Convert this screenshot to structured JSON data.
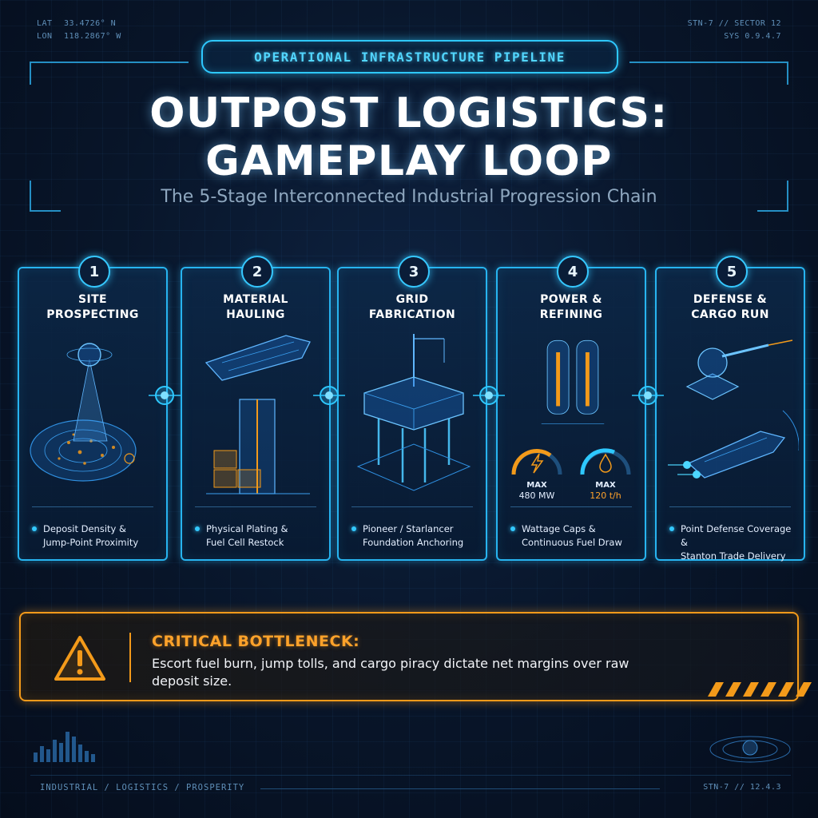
{
  "corners": {
    "top_left": {
      "lat_label": "LAT",
      "lat_value": "33.4726° N",
      "lon_label": "LON",
      "lon_value": "118.2867° W"
    },
    "top_right": {
      "line1": "STN-7 // SECTOR 12",
      "line2": "SYS 0.9.4.7"
    },
    "bottom_left": "INDUSTRIAL / LOGISTICS / PROSPERITY",
    "bottom_right": "STN-7 // 12.4.3"
  },
  "header": {
    "badge": "OPERATIONAL INFRASTRUCTURE PIPELINE",
    "title_line1": "OUTPOST LOGISTICS:",
    "title_line2": "GAMEPLAY LOOP",
    "subtitle": "The 5-Stage Interconnected Industrial Progression Chain"
  },
  "stages": [
    {
      "number": "1",
      "title_line1": "SITE",
      "title_line2": "PROSPECTING",
      "desc_line1": "Deposit Density &",
      "desc_line2": "Jump-Point Proximity"
    },
    {
      "number": "2",
      "title_line1": "MATERIAL",
      "title_line2": "HAULING",
      "desc_line1": "Physical Plating &",
      "desc_line2": "Fuel Cell Restock"
    },
    {
      "number": "3",
      "title_line1": "GRID",
      "title_line2": "FABRICATION",
      "desc_line1": "Pioneer / Starlancer",
      "desc_line2": "Foundation Anchoring"
    },
    {
      "number": "4",
      "title_line1": "POWER &",
      "title_line2": "REFINING",
      "desc_line1": "Wattage Caps &",
      "desc_line2": "Continuous Fuel Draw",
      "gauges": [
        {
          "label": "MAX",
          "value": "480 MW",
          "icon": "lightning-icon"
        },
        {
          "label": "MAX",
          "value": "120 t/h",
          "icon": "fuel-drop-icon"
        }
      ]
    },
    {
      "number": "5",
      "title_line1": "DEFENSE &",
      "title_line2": "CARGO RUN",
      "desc_line1": "Point Defense Coverage &",
      "desc_line2": "Stanton Trade Delivery"
    }
  ],
  "alert": {
    "title": "CRITICAL BOTTLENECK:",
    "body": "Escort fuel burn, jump tolls, and cargo piracy dictate net margins over raw deposit size.",
    "icon": "warning-triangle-icon"
  },
  "colors": {
    "accent_cyan": "#2ec8ff",
    "accent_orange": "#f39a1a",
    "background": "#081529"
  }
}
